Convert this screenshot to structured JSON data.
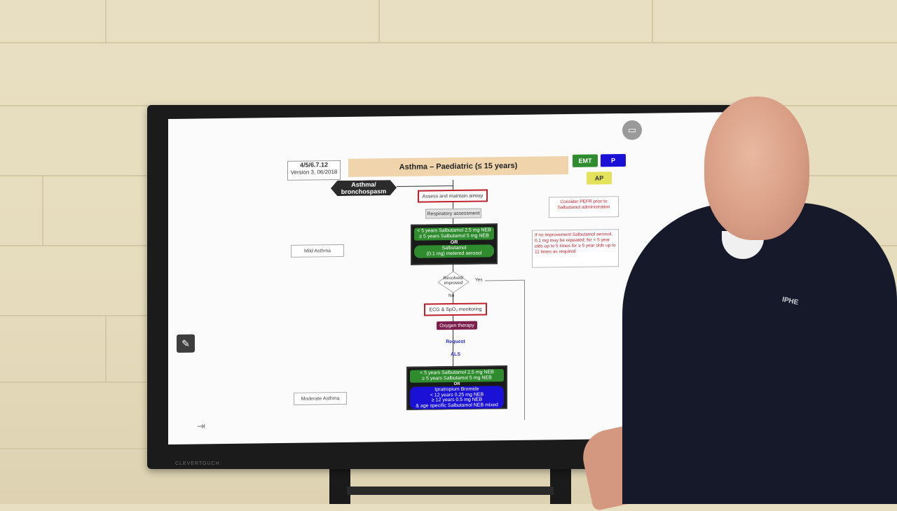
{
  "flowchart": {
    "doc_ref": {
      "code": "4/5/6.7.12",
      "version": "Version 3, 06/2018"
    },
    "title": "Asthma – Paediatric (≤ 15 years)",
    "flags": {
      "emt": "EMT",
      "p": "P",
      "ap": "AP"
    },
    "entry_tag": "Asthma/ bronchospasm",
    "assess_airway": "Assess and maintain airway",
    "resp_assessment": "Respiratory assessment",
    "mild_treatment": {
      "neb_line1": "< 5 years Salbutamol 2.5 mg NEB",
      "neb_line2": "≥ 5 years Salbutamol 5 mg NEB",
      "or": "OR",
      "aerosol_line1": "Salbutamol",
      "aerosol_line2": "(0.1 mg) metered aerosol"
    },
    "resolved_q": "Resolved/ improved",
    "yes": "Yes",
    "no": "No",
    "ecg": "ECG & SpO₂ monitoring",
    "oxygen": "Oxygen therapy",
    "request": "Request",
    "als": "ALS",
    "moderate_treatment": {
      "neb_line1": "< 5 years Salbutamol 2.5 mg NEB",
      "neb_line2": "≥ 5 years Salbutamol 5 mg NEB",
      "or": "OR",
      "ipra_line1": "Ipratropium Bromide",
      "ipra_line2": "< 12 years 0.25 mg NEB",
      "ipra_line3": "≥ 12 years 0.5 mg NEB",
      "ipra_line4": "& age specific Salbutamol NEB mixed"
    },
    "note_pefr": "Consider PEFR prior to Salbutamol administration",
    "note_repeat": "If no improvement Salbutamol aerosol, 0.1 mg may be repeated; for < 5 year olds up to 5 times for ≥ 5 year olds up to 11 times as required",
    "mild_label": "Mild Asthma",
    "moderate_label": "Moderate Asthma"
  },
  "toolbar": {
    "pen_icon": "pencil-icon",
    "exit_icon": "exit-icon",
    "book_icon": "book-icon"
  },
  "tv": {
    "brand": "CLEVERTOUCH"
  },
  "shirt_logo": "IPHE"
}
